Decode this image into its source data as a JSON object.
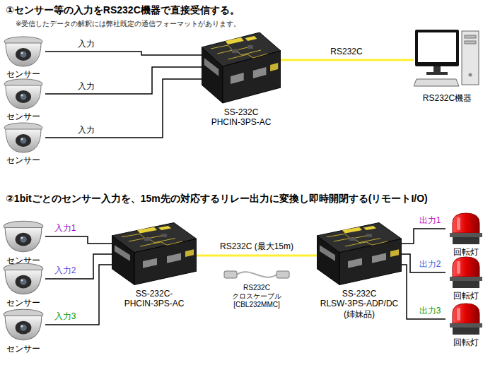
{
  "diagram": {
    "nodes": [
      {
        "text": [
          "センサー"
        ]
      },
      {
        "text": [
          "センサー"
        ]
      },
      {
        "text": [
          "センサー"
        ]
      },
      {
        "text": [
          "SS-232C PHCIN-3PS-AC"
        ]
      },
      {
        "text": [
          "RS232C機器"
        ]
      },
      {
        "text": [
          "センサー"
        ]
      },
      {
        "text": [
          "センサー"
        ]
      },
      {
        "text": [
          "センサー"
        ]
      },
      {
        "text": [
          "SS-232C- PHCIN-3PS-AC"
        ]
      },
      {
        "text": [
          "RS232C クロスケーブル [CBL232MMC]"
        ]
      },
      {
        "text": [
          "SS-232C RLSW-3PS-ADP/DC (姉妹品)"
        ]
      },
      {
        "text": [
          "回転灯"
        ]
      },
      {
        "text": [
          "回転灯"
        ]
      },
      {
        "text": [
          "回転灯"
        ]
      }
    ],
    "edges": [
      {
        "from": 0,
        "to": 3,
        "label": "入力",
        "arrow": "none"
      },
      {
        "from": 1,
        "to": 3,
        "label": "入力",
        "arrow": "none"
      },
      {
        "from": 2,
        "to": 3,
        "label": "入力",
        "arrow": "none"
      },
      {
        "from": 3,
        "to": 4,
        "label": "RS232C",
        "arrow": "none"
      },
      {
        "from": 5,
        "to": 8,
        "label": "入力1",
        "arrow": "none"
      },
      {
        "from": 6,
        "to": 8,
        "label": "入力2",
        "arrow": "none"
      },
      {
        "from": 7,
        "to": 8,
        "label": "入力3",
        "arrow": "none"
      },
      {
        "from": 8,
        "to": 10,
        "label": "RS232C (最大15m)",
        "arrow": "none"
      },
      {
        "from": 10,
        "to": 11,
        "label": "出力1",
        "arrow": "none"
      },
      {
        "from": 10,
        "to": 12,
        "label": "出力2",
        "arrow": "none"
      },
      {
        "from": 10,
        "to": 13,
        "label": "出力3",
        "arrow": "none"
      }
    ],
    "labels": [
      "①センサー等の入力をRS232C機器で直接受信する。",
      "※受信したデータの解釈には弊社既定の通信フォーマットがあります。",
      "②1bitごとのセンサー入力を、15m先の対応するリレー出力に変換し即時開閉する(リモートI/O)"
    ]
  }
}
